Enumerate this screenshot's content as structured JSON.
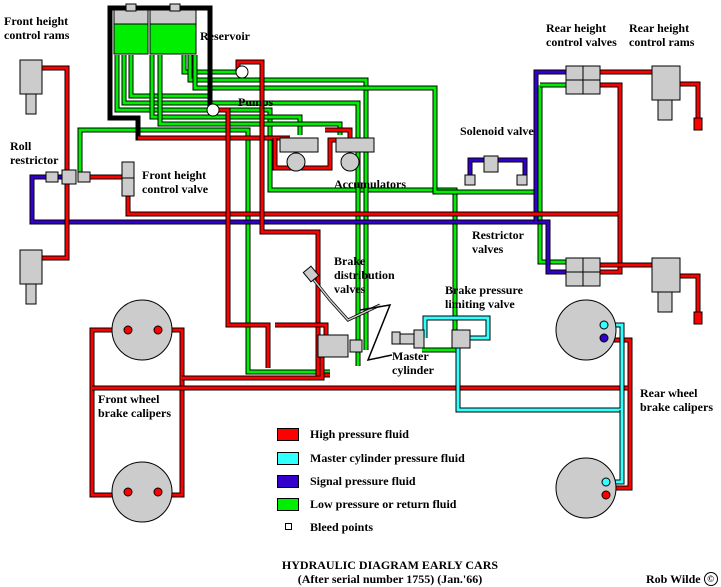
{
  "labels": {
    "front_height_rams": [
      "Front height",
      "control rams"
    ],
    "reservoir": "Reservoir",
    "pumps": "Pumps",
    "roll_restrictor": [
      "Roll",
      "restrictor"
    ],
    "front_height_valve": [
      "Front height",
      "control valve"
    ],
    "accumulators": "Accumulators",
    "rear_height_valves": [
      "Rear height",
      "control valves"
    ],
    "rear_height_rams": [
      "Rear height",
      "control rams"
    ],
    "solenoid_valve": "Solenoid valve",
    "restrictor_valves": [
      "Restrictor",
      "valves"
    ],
    "brake_distribution": [
      "Brake",
      "distribution",
      "valves"
    ],
    "brake_limiting": [
      "Brake pressure",
      "limiting valve"
    ],
    "master_cylinder": [
      "Master",
      "cylinder"
    ],
    "front_calipers": [
      "Front wheel",
      "brake calipers"
    ],
    "rear_calipers": [
      "Rear wheel",
      "brake calipers"
    ]
  },
  "legend": [
    {
      "label": "High pressure fluid",
      "color": "#ff0000"
    },
    {
      "label": "Master cylinder pressure fluid",
      "color": "#33ffff"
    },
    {
      "label": "Signal pressure fluid",
      "color": "#3300cc"
    },
    {
      "label": "Low pressure or return fluid",
      "color": "#00ee00"
    }
  ],
  "bleed_label": "Bleed points",
  "title": [
    "HYDRAULIC DIAGRAM EARLY CARS",
    "(After serial number 1755) (Jan.'66)"
  ],
  "credit": "Rob Wilde",
  "credit_symbol": "©",
  "colors": {
    "high": "#ff0000",
    "master": "#33ffff",
    "signal": "#3300cc",
    "low": "#00ee00",
    "component": "#cccccc",
    "reservoir": "#00ee00"
  }
}
